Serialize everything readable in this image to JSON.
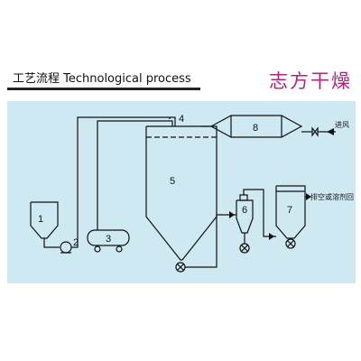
{
  "header": {
    "title": "工艺流程 Technological process",
    "brand": "志方干燥"
  },
  "labels": {
    "n1": "1",
    "n2": "2",
    "n3": "3",
    "n4": "4",
    "n5": "5",
    "n6": "6",
    "n7": "7",
    "n8": "8",
    "air_in": "进风",
    "exhaust": "排空或溶剂回"
  },
  "colors": {
    "panel": "#cfe9f2",
    "brand": "#b0247a",
    "line": "#111111"
  }
}
